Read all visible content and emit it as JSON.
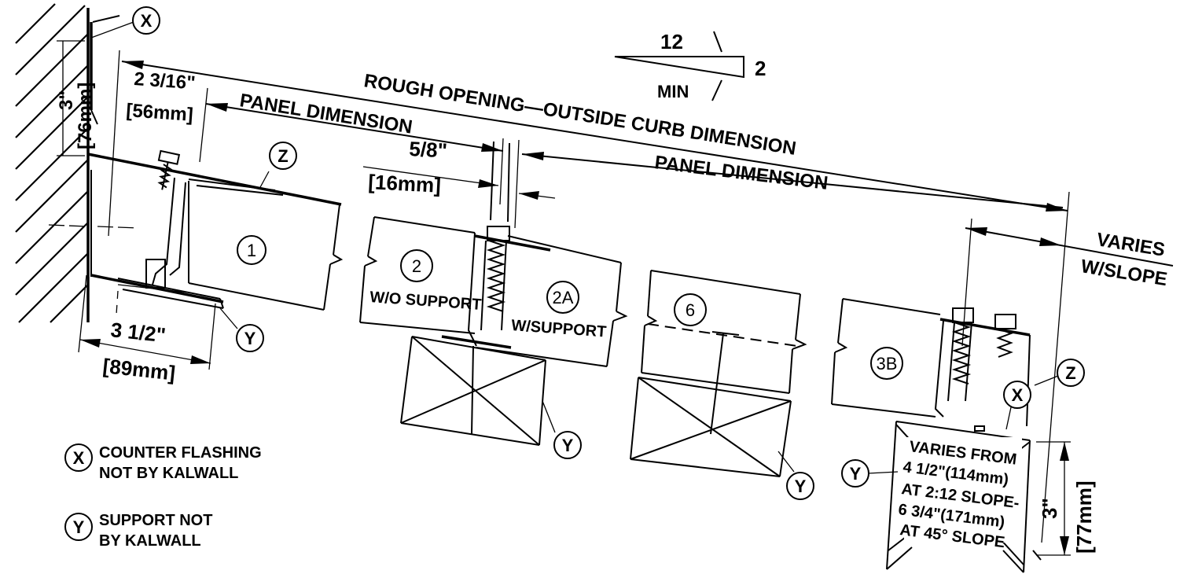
{
  "dimensions": {
    "d_2_3_16": "2 3/16\"",
    "d_56mm": "[56mm]",
    "d_3in_left": "3\"",
    "d_76mm": "[76mm]",
    "d_rough_opening": "ROUGH OPENING—OUTSIDE CURB DIMENSION",
    "d_panel_dim_1": "PANEL DIMENSION",
    "d_panel_dim_2": "PANEL DIMENSION",
    "d_5_8": "5/8\"",
    "d_16mm": "[16mm]",
    "d_3_1_2": "3  1/2\"",
    "d_89mm": "[89mm]",
    "d_varies": "VARIES",
    "d_w_slope": "W/SLOPE",
    "d_3in_right": "3\"",
    "d_77mm": "[77mm]"
  },
  "slope": {
    "run": "12",
    "rise": "2",
    "min": "MIN"
  },
  "panels": {
    "p1": "1",
    "p2": "2",
    "p2a": "2A",
    "p6": "6",
    "p3b": "3B",
    "wo_support": "W/O SUPPORT",
    "w_support": "W/SUPPORT"
  },
  "callouts": {
    "x": "X",
    "y": "Y",
    "z": "Z"
  },
  "curb_note": [
    "VARIES FROM",
    "4  1/2\"(114mm)",
    "AT 2:12 SLOPE-",
    "6 3/4\"(171mm)",
    "AT 45° SLOPE"
  ],
  "legend": {
    "x_symbol": "X",
    "x_line1": "COUNTER FLASHING",
    "x_line2": "NOT BY KALWALL",
    "y_symbol": "Y",
    "y_line1": "SUPPORT NOT",
    "y_line2": "BY KALWALL"
  }
}
